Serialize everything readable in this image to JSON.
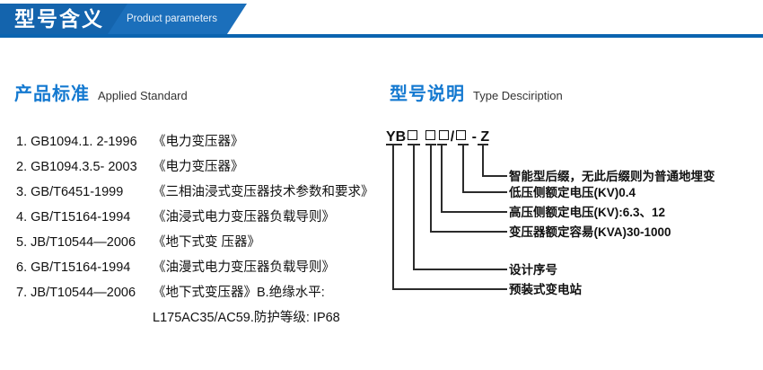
{
  "header": {
    "title_cn": "型号含义",
    "title_en": "Product parameters"
  },
  "standards_section": {
    "heading_cn": "产品标准",
    "heading_en": "Applied Standard",
    "items": [
      {
        "code": "1. GB1094.1. 2-1996",
        "name": "《电力变压器》"
      },
      {
        "code": "2. GB1094.3.5- 2003",
        "name": "《电力变压器》"
      },
      {
        "code": "3. GB/T6451-1999",
        "name": "《三相油浸式变压器技术参数和要求》"
      },
      {
        "code": "4. GB/T15164-1994",
        "name": "《油浸式电力变压器负载导则》"
      },
      {
        "code": "5. JB/T10544—2006",
        "name": "《地下式变 压器》"
      },
      {
        "code": "6. GB/T15164-1994",
        "name": "《油漫式电力变压器负载导则》"
      },
      {
        "code": "7. JB/T10544—2006",
        "name": "《地下式变压器》B.绝缘水平:"
      }
    ],
    "continuation": "L175AC35/AC59.防护等级: IP68"
  },
  "type_section": {
    "heading_cn": "型号说明",
    "heading_en": "Type Desciription",
    "code_prefix": "YB",
    "code_slash": "/",
    "code_dash": "-",
    "code_suffix": "Z",
    "annotations": [
      {
        "text": "智能型后缀，无此后缀则为普通地埋变"
      },
      {
        "text": "低压侧额定电压(KV)0.4"
      },
      {
        "text": "高压侧额定电压(KV):6.3、12"
      },
      {
        "text": "变压器额定容昜(KVA)30-1000"
      },
      {
        "text": "设计序号"
      },
      {
        "text": "预装式变电站"
      }
    ]
  },
  "colors": {
    "banner_dark": "#1464ad",
    "banner_light": "#1b6fbb",
    "heading_blue": "#1479d0",
    "text_dark": "#111111"
  }
}
